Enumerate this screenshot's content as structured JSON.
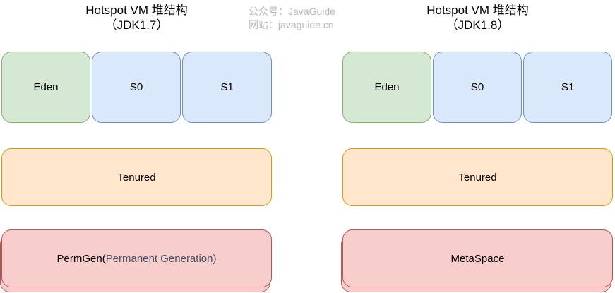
{
  "watermark": {
    "line1": "公众号：JavaGuide",
    "line2": "网站：javaguide.cn"
  },
  "colors": {
    "eden_fill": "#d5e8d4",
    "eden_border": "#82b366",
    "survivor_fill": "#dae8fc",
    "survivor_border": "#6c8ebf",
    "tenured_fill": "#ffe6cc",
    "tenured_border": "#d79b00",
    "bottom_fill": "#f8cecc",
    "bottom_border": "#b85450",
    "title_text": "#000000",
    "secondary_text": "#44546a",
    "watermark_text": "#b9b9b9"
  },
  "diagrams": [
    {
      "title_line1": "Hotspot VM 堆结构",
      "title_line2": "（JDK1.7）",
      "eden_label": "Eden",
      "s0_label": "S0",
      "s1_label": "S1",
      "tenured_label": "Tenured",
      "bottom_label_main": "PermGen(",
      "bottom_label_secondary": "Permanent Generation)"
    },
    {
      "title_line1": "Hotspot VM 堆结构",
      "title_line2": "（JDK1.8）",
      "eden_label": "Eden",
      "s0_label": "S0",
      "s1_label": "S1",
      "tenured_label": "Tenured",
      "bottom_label_main": "MetaSpace",
      "bottom_label_secondary": ""
    }
  ]
}
